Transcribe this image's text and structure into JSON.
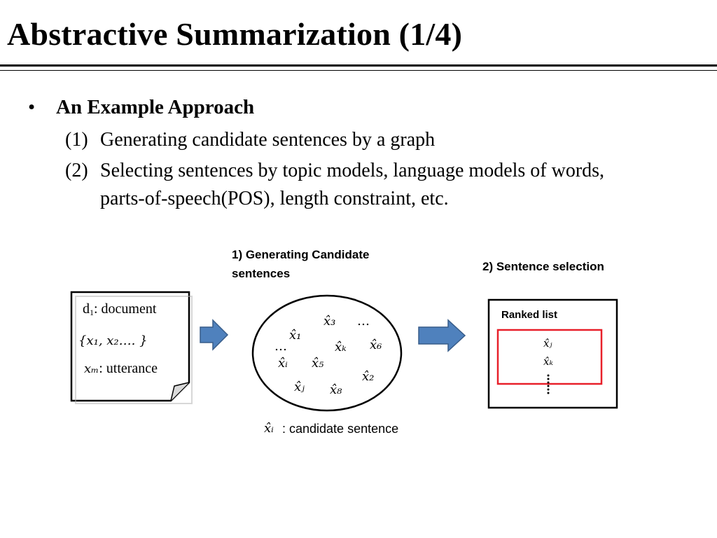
{
  "slide": {
    "title": "Abstractive Summarization (1/4)"
  },
  "content": {
    "bullet_symbol": "•",
    "bullet_text": "An Example Approach",
    "items": [
      {
        "num": "(1)",
        "text": "Generating candidate sentences by a graph"
      },
      {
        "num": "(2)",
        "text": "Selecting sentences by topic models, language models of words,",
        "continuation": "parts-of-speech(POS), length constraint, etc."
      }
    ]
  },
  "diagram": {
    "step1_label": "1) Generating Candidate sentences",
    "step2_label": "2) Sentence selection",
    "document": {
      "d_label": "d",
      "d_sub": "1",
      "d_suffix": ": document",
      "set_text": "{x₁, x₂….      }",
      "utterance_var": "xₘ",
      "utterance_suffix": ": utterance"
    },
    "candidates": {
      "x3": "x̂₃",
      "x1": "x̂₁",
      "xk": "x̂ₖ",
      "x6": "x̂₆",
      "xi": "x̂ᵢ",
      "x5": "x̂₅",
      "x2": "x̂₂",
      "xj": "x̂ⱼ",
      "x8": "x̂₈",
      "dots_top": "…",
      "dots_left": "…"
    },
    "ranked_list": {
      "title": "Ranked list",
      "item1": "x̂ⱼ",
      "item2": "x̂ₖ"
    },
    "legend": {
      "var": "x̂ᵢ",
      "text": ": candidate  sentence"
    },
    "colors": {
      "arrow_fill": "#4f81bd",
      "arrow_stroke": "#385d8a",
      "highlight": "#e8202a"
    }
  }
}
